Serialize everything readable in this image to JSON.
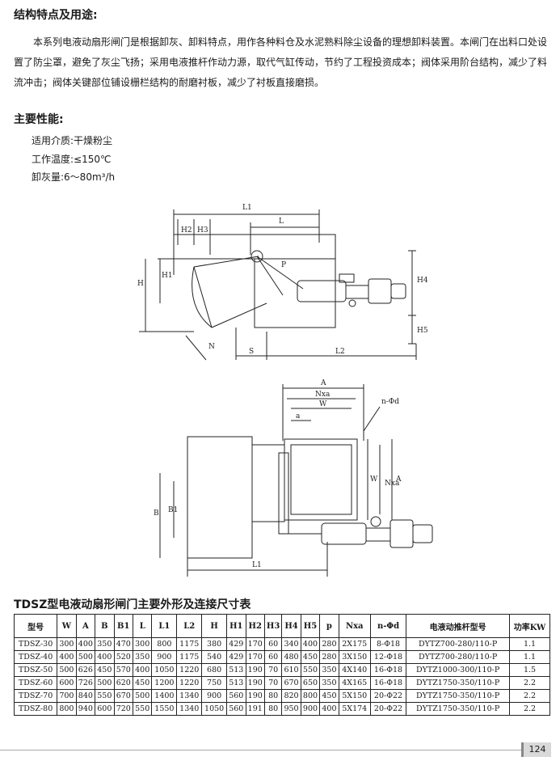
{
  "section1": {
    "title": "结构特点及用途:",
    "paragraph": "本系列电液动扇形闸门是根据卸灰、卸料特点，用作各种料仓及水泥熟料除尘设备的理想卸料装置。本闸门在出料口处设置了防尘罩，避免了灰尘飞扬；采用电液推杆作动力源，取代气缸传动，节约了工程投资成本；阀体采用阶台结构，减少了料流冲击；阀体关键部位铺设栅栏结构的耐磨衬板，减少了衬板直接磨损。"
  },
  "section2": {
    "title": "主要性能:",
    "items": [
      "适用介质:干燥粉尘",
      "工作温度:≤150℃",
      "卸灰量:6～80m³/h"
    ]
  },
  "drawing_side": {
    "labels": [
      "L1",
      "L",
      "H2",
      "H3",
      "H1",
      "H",
      "P",
      "H4",
      "H5",
      "N",
      "S",
      "L2"
    ]
  },
  "drawing_top": {
    "labels": [
      "A",
      "Nxa",
      "W",
      "a",
      "n-Φd",
      "Nxa",
      "W",
      "A",
      "B",
      "B1",
      "L1"
    ]
  },
  "table": {
    "title": "TDSZ型电液动扇形闸门主要外形及连接尺寸表",
    "headers": [
      "型号",
      "W",
      "A",
      "B",
      "B1",
      "L",
      "L1",
      "L2",
      "H",
      "H1",
      "H2",
      "H3",
      "H4",
      "H5",
      "p",
      "Nxa",
      "n-Φd",
      "电液动推杆型号",
      "功率KW"
    ],
    "rows": [
      [
        "TDSZ-30",
        "300",
        "400",
        "350",
        "470",
        "300",
        "800",
        "1175",
        "380",
        "429",
        "170",
        "60",
        "340",
        "400",
        "280",
        "2X175",
        "8-Φ18",
        "DYTZ700-280/110-P",
        "1.1"
      ],
      [
        "TDSZ-40",
        "400",
        "500",
        "400",
        "520",
        "350",
        "900",
        "1175",
        "540",
        "429",
        "170",
        "60",
        "480",
        "450",
        "280",
        "3X150",
        "12-Φ18",
        "DYTZ700-280/110-P",
        "1.1"
      ],
      [
        "TDSZ-50",
        "500",
        "626",
        "450",
        "570",
        "400",
        "1050",
        "1220",
        "680",
        "513",
        "190",
        "70",
        "610",
        "550",
        "350",
        "4X140",
        "16-Φ18",
        "DYTZ1000-300/110-P",
        "1.5"
      ],
      [
        "TDSZ-60",
        "600",
        "726",
        "500",
        "620",
        "450",
        "1200",
        "1220",
        "750",
        "513",
        "190",
        "70",
        "670",
        "650",
        "350",
        "4X165",
        "16-Φ18",
        "DYTZ1750-350/110-P",
        "2.2"
      ],
      [
        "TDSZ-70",
        "700",
        "840",
        "550",
        "670",
        "500",
        "1400",
        "1340",
        "900",
        "560",
        "190",
        "80",
        "820",
        "800",
        "450",
        "5X150",
        "20-Φ22",
        "DYTZ1750-350/110-P",
        "2.2"
      ],
      [
        "TDSZ-80",
        "800",
        "940",
        "600",
        "720",
        "550",
        "1550",
        "1340",
        "1050",
        "560",
        "191",
        "80",
        "950",
        "900",
        "400",
        "5X174",
        "20-Φ22",
        "DYTZ1750-350/110-P",
        "2.2"
      ]
    ]
  },
  "page_number": "124"
}
